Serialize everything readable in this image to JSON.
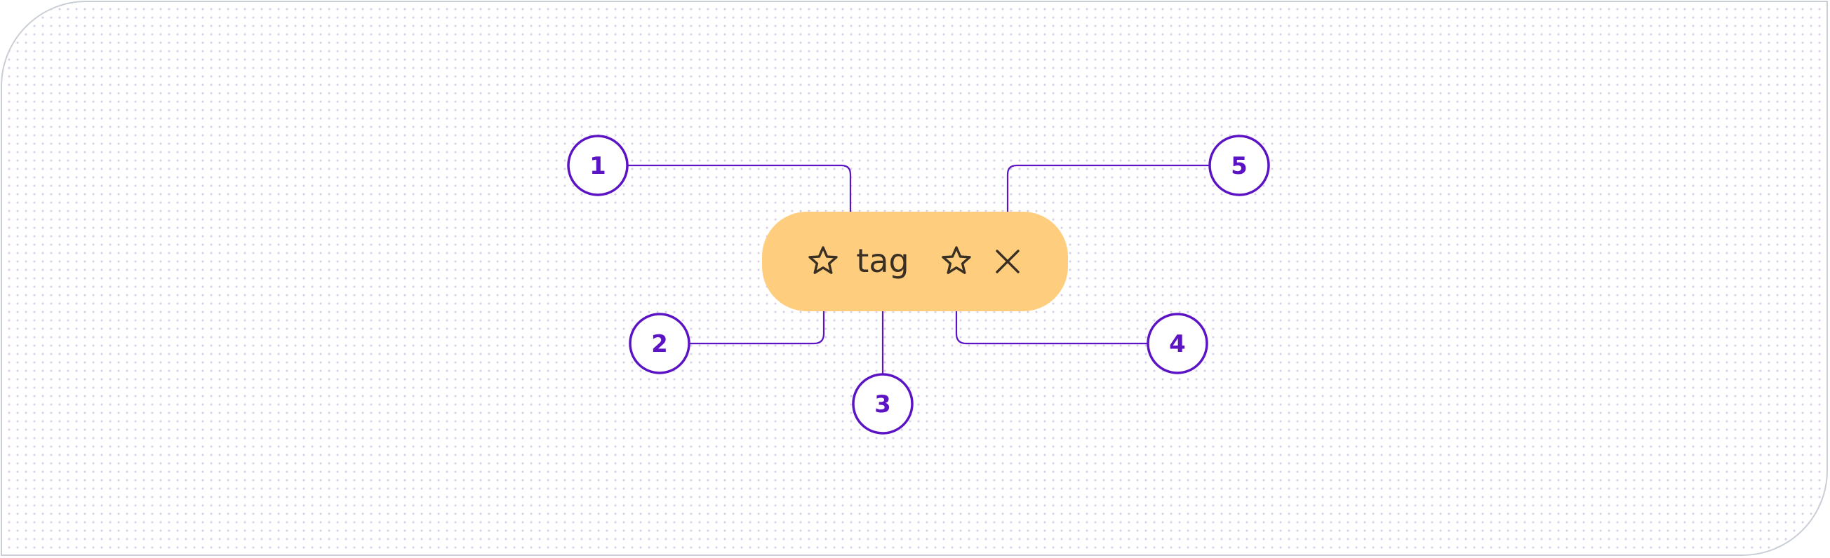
{
  "tag": {
    "label": "tag",
    "leading_icon": "star-outline-icon",
    "trailing_icon": "star-outline-icon",
    "remove_icon": "close-icon",
    "fill_color": "#ffcd7e"
  },
  "callouts": [
    {
      "number": "1"
    },
    {
      "number": "2"
    },
    {
      "number": "3"
    },
    {
      "number": "4"
    },
    {
      "number": "5"
    }
  ],
  "colors": {
    "accent": "#5b13c4",
    "frame_border": "#c9ced6"
  }
}
